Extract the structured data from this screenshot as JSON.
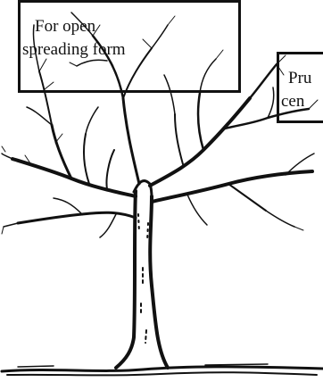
{
  "labels": {
    "open_form": {
      "line1": "For open",
      "line2": "spreading form"
    },
    "central_leader": {
      "line1": "Pru",
      "line2": "cen"
    }
  },
  "colors": {
    "ink": "#111111",
    "background": "#ffffff"
  },
  "icons": {
    "tree": "bare-tree-illustration"
  }
}
